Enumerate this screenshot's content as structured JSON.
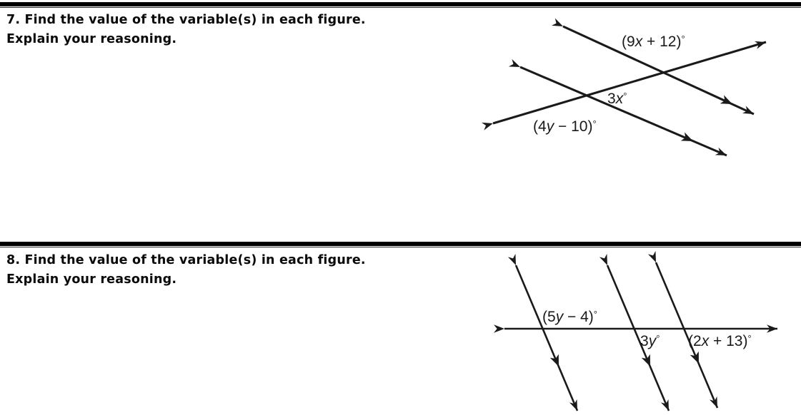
{
  "document": {
    "background_color": "#ffffff",
    "ink_color": "#1a1a1a",
    "rule_color": "#000000"
  },
  "problems": [
    {
      "number": "7.",
      "prompt_line_1": "7. Find the value of the variable(s) in each figure.",
      "prompt_line_2": "Explain your reasoning.",
      "figure": {
        "type": "two-parallel-lines-and-transversal",
        "description": "Two parallel lines marked with double arrowheads cut by a transversal marked with single arrowheads",
        "labels": [
          {
            "id": "angle-9x-plus-12",
            "text": "(9x + 12)°",
            "parts": [
              "(9",
              "x",
              " + 12)",
              "°"
            ]
          },
          {
            "id": "angle-3x",
            "text": "3x°",
            "parts": [
              "3",
              "x",
              "",
              "°"
            ]
          },
          {
            "id": "angle-4y-minus-10",
            "text": "(4y − 10)°",
            "parts": [
              "(4",
              "y",
              " − 10)",
              "°"
            ]
          }
        ]
      }
    },
    {
      "number": "8.",
      "prompt_line_1": "8. Find the value of the variable(s) in each figure.",
      "prompt_line_2": "Explain your reasoning.",
      "figure": {
        "type": "three-parallel-lines-and-horizontal-transversal",
        "description": "Three parallel slanted lines cut by one horizontal transversal with arrowheads on both ends",
        "labels": [
          {
            "id": "angle-5y-minus-4",
            "text": "(5y − 4)°",
            "parts": [
              "(5",
              "y",
              " − 4)",
              "°"
            ]
          },
          {
            "id": "angle-3y",
            "text": "3y°",
            "parts": [
              "3",
              "y",
              "",
              "°"
            ]
          },
          {
            "id": "angle-2x-plus-13",
            "text": "(2x + 13)°",
            "parts": [
              "(2",
              "x",
              " + 13)",
              "°"
            ]
          }
        ]
      }
    }
  ]
}
